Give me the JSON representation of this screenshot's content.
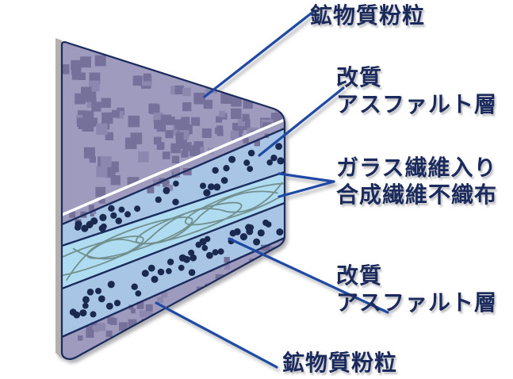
{
  "background": "#ffffff",
  "colors": {
    "label_text": "#1a2a5c",
    "leader_line": "#1e49a4",
    "outline_navy": "#1b2b5c",
    "mineral_surface_base": "#9e9bbe",
    "mineral_speckle": "#75719b",
    "mineral_speckle_light": "#8b87ae",
    "asphalt_layer": "#a9c5e6",
    "asphalt_dot": "#19294f",
    "fiber_layer": "#b0dcf2",
    "fiber_swirl": "#71908e",
    "sheet_left_edge": "#b4b0ad",
    "divider_white": "#ffffff"
  },
  "diagram": {
    "type": "layered-sheet-cutaway",
    "labels": [
      {
        "id": "mineral-top",
        "lines": [
          "鉱物質粉粒"
        ]
      },
      {
        "id": "asphalt-top",
        "lines": [
          "改質",
          "アスファルト層"
        ]
      },
      {
        "id": "fiber-core",
        "lines": [
          "ガラス繊維入り",
          "合成繊維不織布"
        ]
      },
      {
        "id": "asphalt-bottom",
        "lines": [
          "改質",
          "アスファルト層"
        ]
      },
      {
        "id": "mineral-bottom",
        "lines": [
          "鉱物質粉粒"
        ]
      }
    ],
    "layers_top_to_bottom": [
      "鉱物質粉粒",
      "改質アスファルト層",
      "ガラス繊維入り合成繊維不織布",
      "改質アスファルト層",
      "鉱物質粉粒"
    ]
  }
}
